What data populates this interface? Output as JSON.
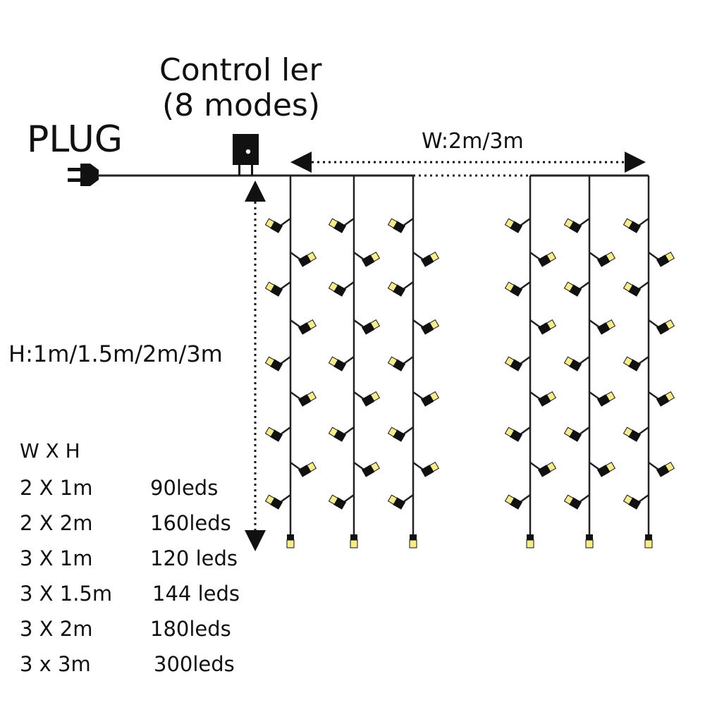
{
  "labels": {
    "controller_title": "Control ler",
    "controller_subtitle": "(8 modes)",
    "plug": "PLUG",
    "width": "W:2m/3m",
    "height": "H:1m/1.5m/2m/3m"
  },
  "spec_table": {
    "header": "W X H",
    "rows": [
      {
        "size": "2 X 1m",
        "leds": "90leds"
      },
      {
        "size": "2 X 2m",
        "leds": "160leds"
      },
      {
        "size": "3 X 1m",
        "leds": "120 leds"
      },
      {
        "size": "3 X 1.5m",
        "leds": "144 leds"
      },
      {
        "size": "3 X 2m",
        "leds": "180leds"
      },
      {
        "size": "3 x 3m",
        "leds": "300leds"
      }
    ]
  },
  "colors": {
    "wire": "#222222",
    "bulb": "#f6ec8a",
    "bulb_outline": "#111111",
    "text": "#111111"
  },
  "icons": [
    "plug-icon",
    "controller-box-icon",
    "led-bulb-icon"
  ]
}
